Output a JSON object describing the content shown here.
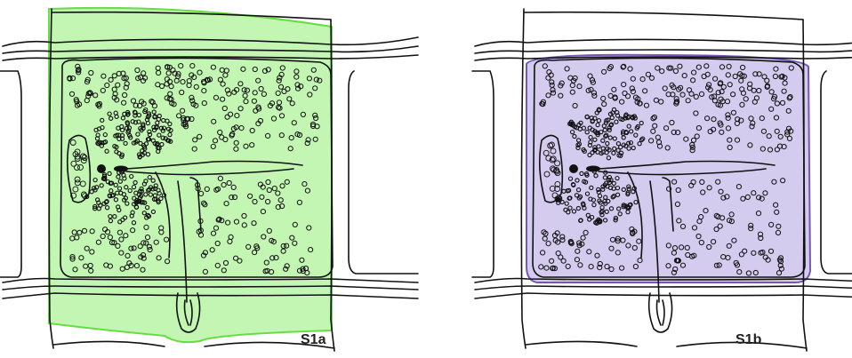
{
  "panels": [
    {
      "id": "a",
      "label": "S1a",
      "highlight_fill": "#b9f5a6",
      "highlight_stroke": "#66dd44",
      "highlight_region": "whole-segment"
    },
    {
      "id": "b",
      "label": "S1b",
      "highlight_fill": "#cbc3ec",
      "highlight_stroke": "#7755bb",
      "highlight_region": "inner-chamber"
    }
  ],
  "colors": {
    "ink": "#111111"
  }
}
